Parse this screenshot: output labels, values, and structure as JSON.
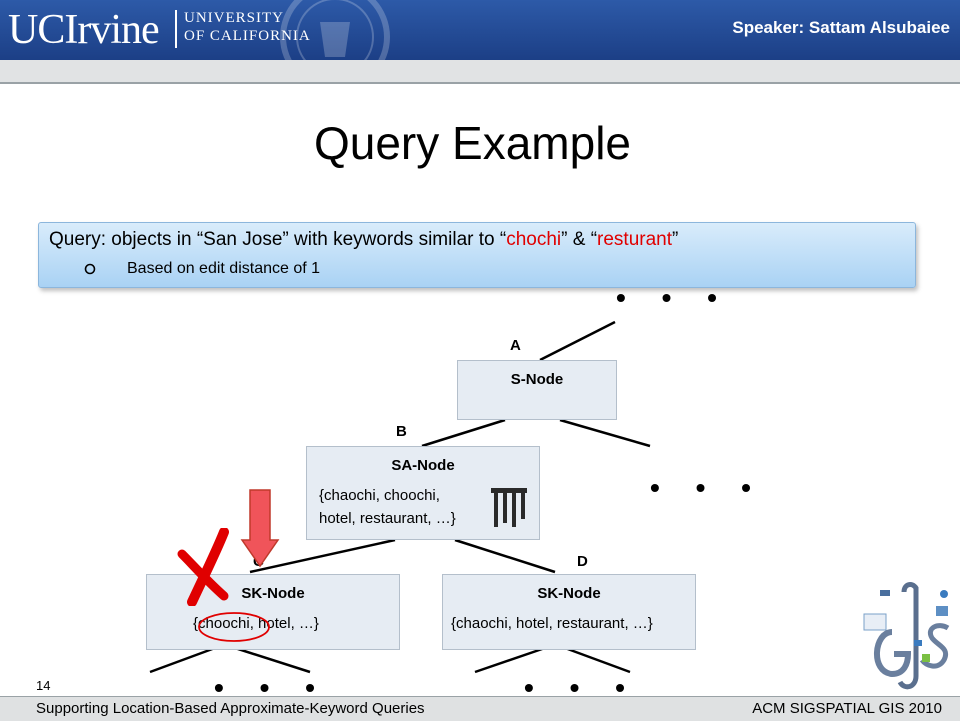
{
  "header": {
    "logo_main": "UCIrvine",
    "logo_sub_line1": "UNIVERSITY",
    "logo_sub_line2": "OF CALIFORNIA",
    "speaker": "Speaker: Sattam Alsubaiee"
  },
  "slide": {
    "title": "Query Example",
    "query": {
      "prefix": "Query: objects in “San Jose” with keywords similar to “",
      "kw1": "chochi",
      "mid": "” &  “",
      "kw2": "resturant",
      "suffix": "”",
      "bullet": "Based on edit distance of 1"
    },
    "page_number": "14"
  },
  "diagram": {
    "edges": {
      "a": "A",
      "b": "B",
      "c": "C",
      "d": "D"
    },
    "ellipsis": "• • •",
    "s_node": {
      "title": "S-Node"
    },
    "sa_node": {
      "title": "SA-Node",
      "line1": "{chaochi, choochi,",
      "line2": "hotel, restaurant, …}"
    },
    "sk_node_c": {
      "title": "SK-Node",
      "text": "{choochi, hotel, …}"
    },
    "sk_node_d": {
      "title": "SK-Node",
      "text": "{chaochi, hotel, restaurant, …}"
    }
  },
  "footer": {
    "left": "Supporting Location-Based Approximate-Keyword  Queries",
    "right": "ACM SIGSPATIAL GIS 2010"
  },
  "colors": {
    "header_blue": "#1c3f86",
    "query_box": "#a9d2f4",
    "keyword_red": "#e00000",
    "node_fill": "#e6ecf3",
    "arrow_red": "#f0545a",
    "cross_red": "#e00000"
  },
  "icons": [
    "uci-seal-icon",
    "down-arrow-icon",
    "red-x-icon",
    "red-circle-highlight",
    "inverted-index-icon",
    "gis-logo-icon"
  ]
}
